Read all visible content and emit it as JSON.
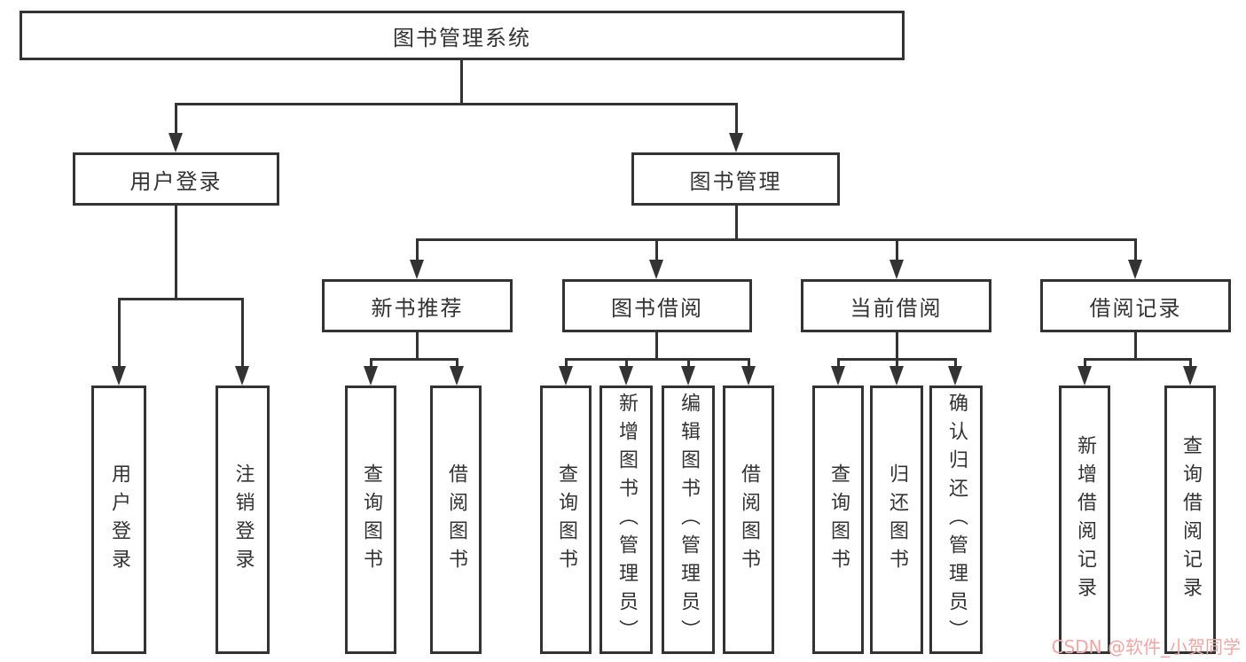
{
  "diagram": {
    "title": "图书管理系统",
    "root": {
      "label": "图书管理系统"
    },
    "level2": [
      {
        "label": "用户登录"
      },
      {
        "label": "图书管理"
      }
    ],
    "level3": [
      {
        "label": "新书推荐",
        "parent": "图书管理"
      },
      {
        "label": "图书借阅",
        "parent": "图书管理"
      },
      {
        "label": "当前借阅",
        "parent": "图书管理"
      },
      {
        "label": "借阅记录",
        "parent": "图书管理"
      }
    ],
    "leaves": [
      {
        "label": "用户登录",
        "parent": "用户登录"
      },
      {
        "label": "注销登录",
        "parent": "用户登录"
      },
      {
        "label": "查询图书",
        "parent": "新书推荐"
      },
      {
        "label": "借阅图书",
        "parent": "新书推荐"
      },
      {
        "label": "查询图书",
        "parent": "图书借阅"
      },
      {
        "label": "新增图书（管理员）",
        "parent": "图书借阅"
      },
      {
        "label": "编辑图书（管理员）",
        "parent": "图书借阅"
      },
      {
        "label": "借阅图书",
        "parent": "图书借阅"
      },
      {
        "label": "查询图书",
        "parent": "当前借阅"
      },
      {
        "label": "归还图书",
        "parent": "当前借阅"
      },
      {
        "label": "确认归还（管理员）",
        "parent": "当前借阅"
      },
      {
        "label": "新增借阅记录",
        "parent": "借阅记录"
      },
      {
        "label": "查询借阅记录",
        "parent": "借阅记录"
      }
    ]
  },
  "watermark": "CSDN @软件_小贺同学",
  "colors": {
    "line": "#333333",
    "text": "#333333",
    "watermark": "#efa7a5",
    "background": "#ffffff"
  }
}
